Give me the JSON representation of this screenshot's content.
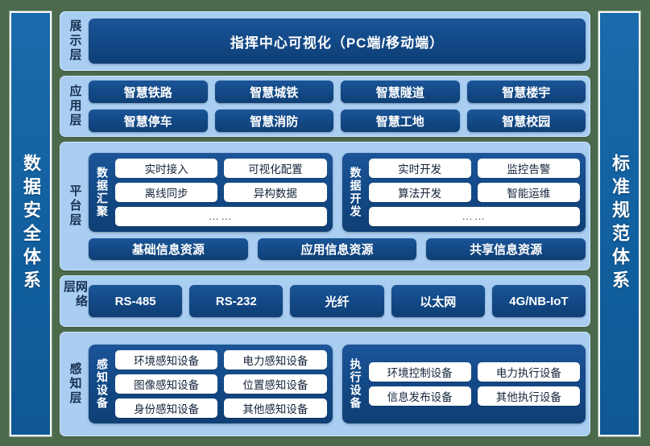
{
  "side_pillars": {
    "left": "数据安全体系",
    "right": "标准规范体系"
  },
  "colors": {
    "canvas": "#4b6b4c",
    "pillar": "#1165a5",
    "layer_panel": "#a9cef2",
    "navy_block": "#134a88",
    "white_pill": "#ffffff",
    "layer_label_text": "#16304f"
  },
  "layers": [
    {
      "name": "展示层",
      "items": [
        "指挥中心可视化（PC端/移动端）"
      ]
    },
    {
      "name": "应用层",
      "row1": [
        "智慧铁路",
        "智慧城铁",
        "智慧隧道",
        "智慧楼宇"
      ],
      "row2": [
        "智慧停车",
        "智慧消防",
        "智慧工地",
        "智慧校园"
      ]
    },
    {
      "name": "平台层",
      "groups": [
        {
          "title": "数据汇聚",
          "row1": [
            "实时接入",
            "可视化配置"
          ],
          "row2": [
            "离线同步",
            "异构数据"
          ],
          "row3": [
            "……"
          ]
        },
        {
          "title": "数据开发",
          "row1": [
            "实时开发",
            "监控告警"
          ],
          "row2": [
            "算法开发",
            "智能运维"
          ],
          "row3": [
            "……"
          ]
        }
      ],
      "resources": [
        "基础信息资源",
        "应用信息资源",
        "共享信息资源"
      ]
    },
    {
      "name": "网络层",
      "items": [
        "RS-485",
        "RS-232",
        "光纤",
        "以太网",
        "4G/NB-IoT"
      ]
    },
    {
      "name": "感知层",
      "groups": [
        {
          "title": "感知设备",
          "row1": [
            "环境感知设备",
            "电力感知设备"
          ],
          "row2": [
            "图像感知设备",
            "位置感知设备"
          ],
          "row3": [
            "身份感知设备",
            "其他感知设备"
          ]
        },
        {
          "title": "执行设备",
          "row1": [
            "环境控制设备",
            "电力执行设备"
          ],
          "row2": [
            "信息发布设备",
            "其他执行设备"
          ],
          "row3": []
        }
      ]
    }
  ]
}
